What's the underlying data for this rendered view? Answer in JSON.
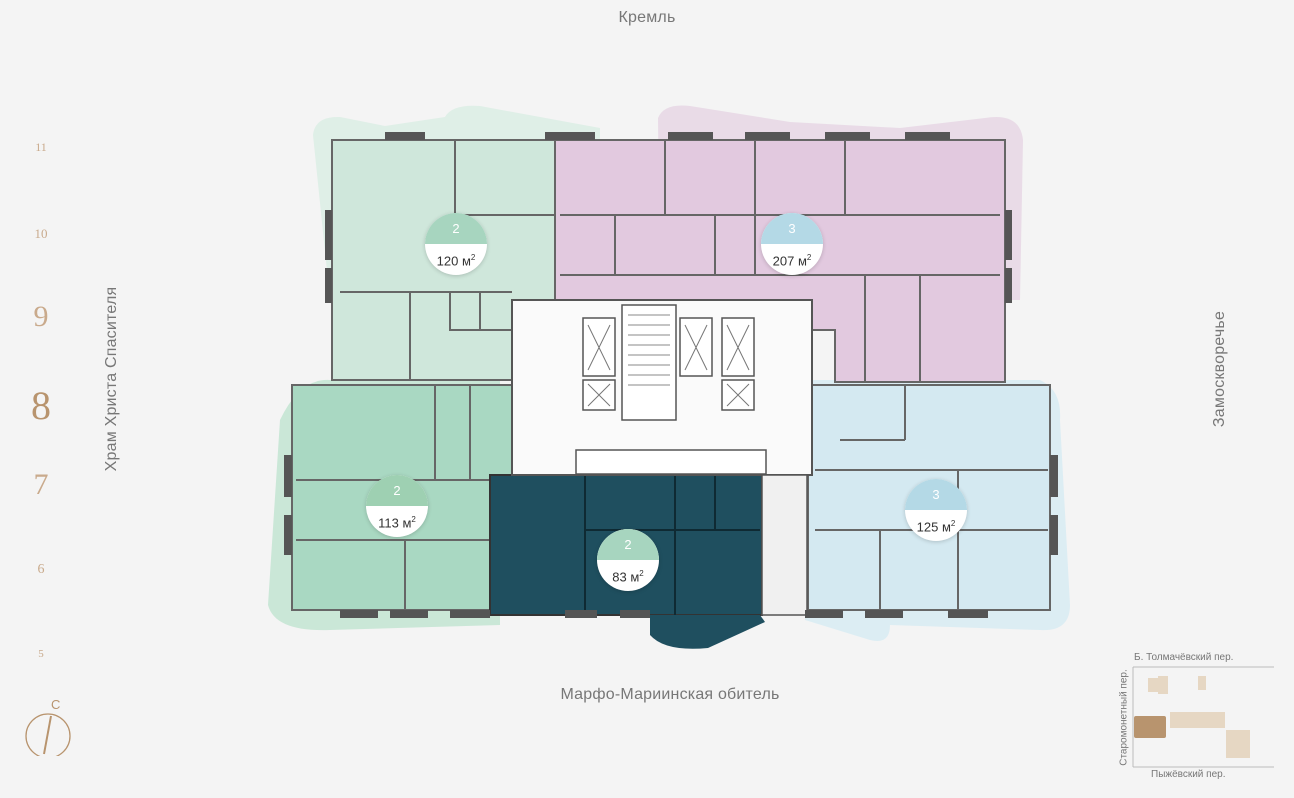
{
  "directions": {
    "top": "Кремль",
    "bottom": "Марфо-Мариинская обитель",
    "left": "Храм Христа Спасителя",
    "right": "Замоскворечье"
  },
  "floors": [
    {
      "label": "11",
      "current": false
    },
    {
      "label": "10",
      "current": false
    },
    {
      "label": "9",
      "current": false
    },
    {
      "label": "8",
      "current": true
    },
    {
      "label": "7",
      "current": false
    },
    {
      "label": "6",
      "current": false
    },
    {
      "label": "5",
      "current": false
    }
  ],
  "compass": {
    "label": "С"
  },
  "apartments": [
    {
      "id": "nw",
      "rooms": "2",
      "area": "120 м",
      "color": "#a9d8c2",
      "badge_color": "#a7d5bf"
    },
    {
      "id": "ne",
      "rooms": "3",
      "area": "207 м",
      "color": "#e2c9df",
      "badge_color": "#b4d9e6"
    },
    {
      "id": "w",
      "rooms": "2",
      "area": "113 м",
      "color": "#9fd4b7",
      "badge_color": "#9ed0b2"
    },
    {
      "id": "s",
      "rooms": "2",
      "area": "83 м",
      "color": "#1f4f5f",
      "badge_color": "#a7d5bf"
    },
    {
      "id": "e",
      "rooms": "3",
      "area": "125 м",
      "color": "#d4e9f1",
      "badge_color": "#b4d9e6"
    }
  ],
  "area_unit_sup": "2",
  "minimap": {
    "street_top": "Б. Толмачёвский пер.",
    "street_bottom": "Пыжёвский пер.",
    "street_left": "Старомонетный пер."
  }
}
